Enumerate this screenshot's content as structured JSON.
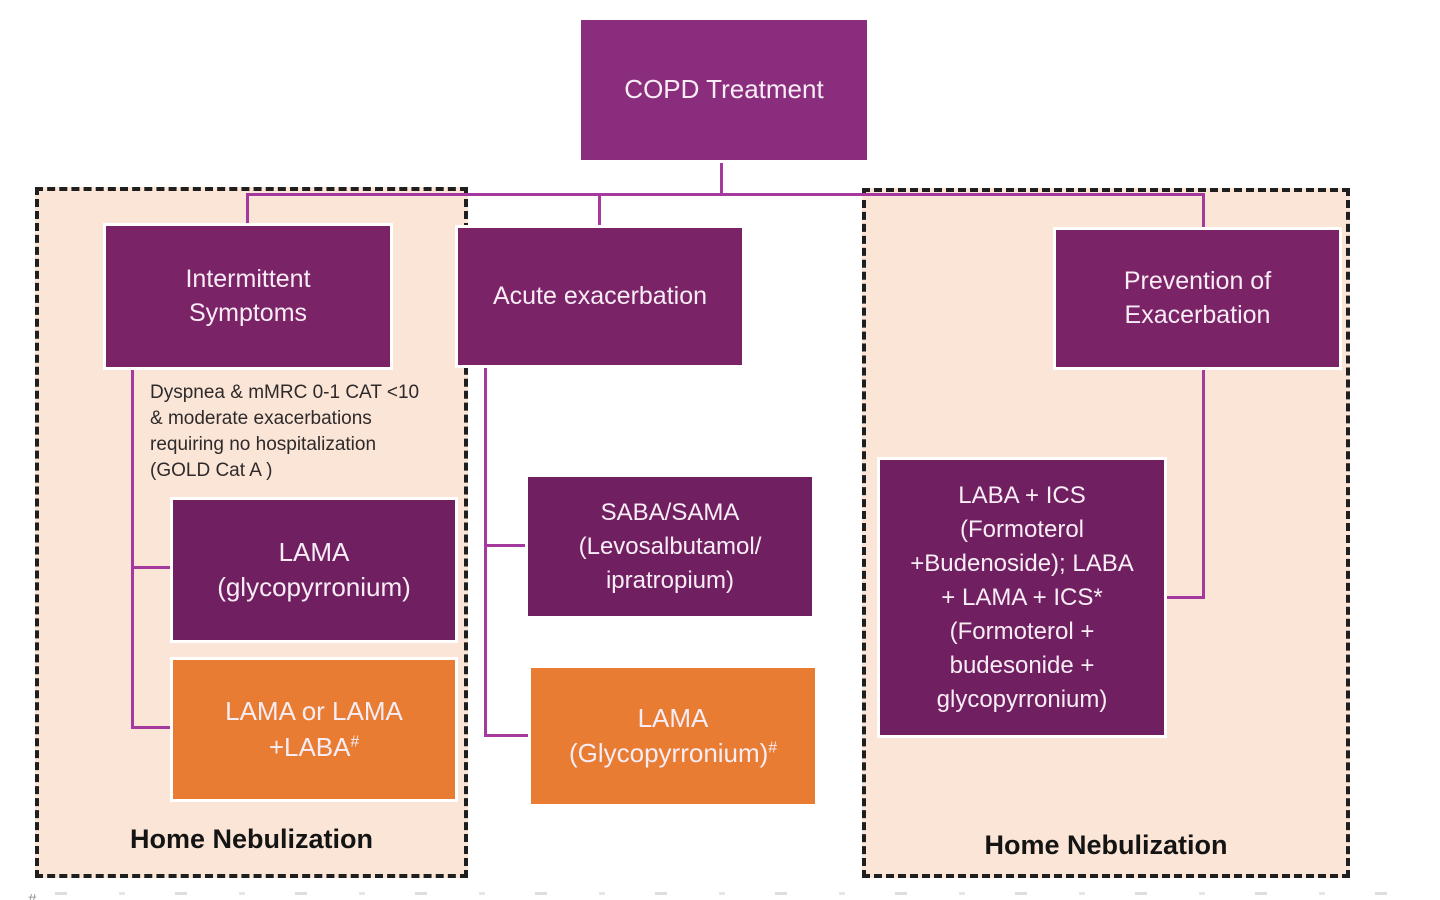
{
  "diagram_title": "COPD Treatment flowchart",
  "colors": {
    "root_box": "#8B2D7D",
    "header_box": "#7B2367",
    "option_box_purple": "#702061",
    "option_box_orange": "#E87C32",
    "zone_fill": "#FBE5D6",
    "zone_border": "#1F1F1F",
    "connector_line": "#A6399E",
    "box_text": "#F8ECF5",
    "criteria_text": "#2E2A2B"
  },
  "root": {
    "label": "COPD Treatment"
  },
  "left_zone": {
    "header": "Intermittent\nSymptoms",
    "criteria": "Dyspnea  & mMRC 0-1 CAT <10\n& moderate exacerbations\nrequiring no hospitalization\n(GOLD Cat A )",
    "option_first": "LAMA\n(glycopyrronium)",
    "option_second": "LAMA or LAMA\n+LABA",
    "option_second_sup": "#",
    "footer": "Home Nebulization"
  },
  "middle_branch": {
    "header": "Acute exacerbation",
    "option_first": "SABA/SAMA\n(Levosalbutamol/\nipratropium)",
    "option_second": "LAMA\n(Glycopyrronium)",
    "option_second_sup": "#"
  },
  "right_zone": {
    "header": "Prevention of\nExacerbation",
    "option": "LABA + ICS\n(Formoterol\n+Budenoside); LABA\n+ LAMA + ICS*\n(Formoterol +\nbudesonide +\nglycopyrronium)",
    "footer": "Home Nebulization"
  },
  "footnote": {
    "marker": "#"
  }
}
